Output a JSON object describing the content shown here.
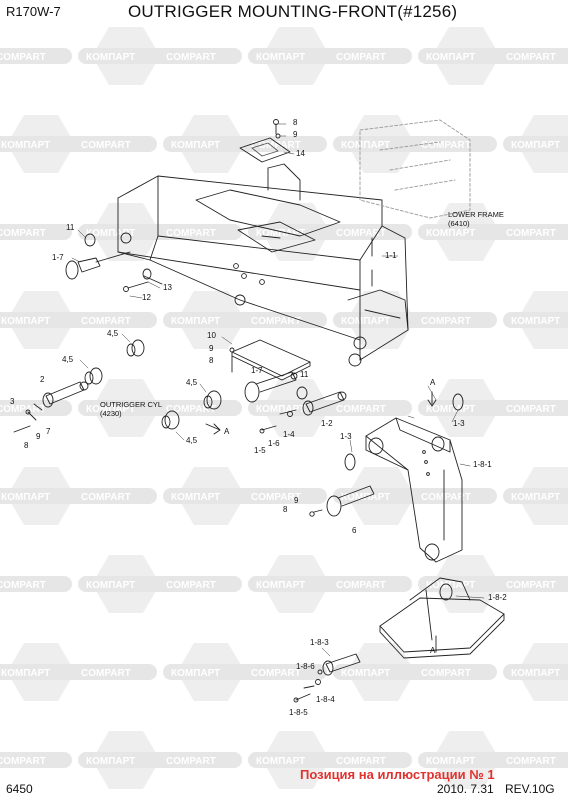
{
  "header": {
    "model": "R170W-7",
    "title": "OUTRIGGER MOUNTING-FRONT(#1256)"
  },
  "watermark": {
    "brand_cyr": "КОМПАРТ",
    "brand_lat": "COMPART"
  },
  "refs": {
    "lower_frame_name": "LOWER FRAME",
    "lower_frame_code": "(6410)",
    "cyl_name": "OUTRIGGER CYL",
    "cyl_code": "(4230)"
  },
  "callouts": {
    "c8a": "8",
    "c9a": "9",
    "c14": "14",
    "c11a": "11",
    "c1_7a": "1-7",
    "c1_1": "1-1",
    "c13": "13",
    "c12": "12",
    "c10": "10",
    "c9b": "9",
    "c8b": "8",
    "c4_5a": "4,5",
    "c4_5b": "4,5",
    "c4_5c": "4,5",
    "c4_5d": "4,5",
    "c2": "2",
    "c3": "3",
    "c9c": "9",
    "c7": "7",
    "c8c": "8",
    "c1_7b": "1-7",
    "c11b": "11",
    "cA1": "A",
    "cA2": "A",
    "cA3": "A",
    "c1_5": "1-5",
    "c1_6": "1-6",
    "c1_4": "1-4",
    "c1_2": "1-2",
    "c1_3a": "1-3",
    "c1_3b": "1-3",
    "c1_8_1": "1-8-1",
    "c9d": "9",
    "c8d": "8",
    "c6": "6",
    "c1_8_2": "1-8-2",
    "c1_8_3": "1-8-3",
    "c1_8_6": "1-8-6",
    "c1_8_4": "1-8-4",
    "c1_8_5": "1-8-5"
  },
  "footer": {
    "page": "6450",
    "date": "2010. 7.31",
    "rev": "REV.10G",
    "position_note": "Позиция на иллюстрации № 1"
  }
}
